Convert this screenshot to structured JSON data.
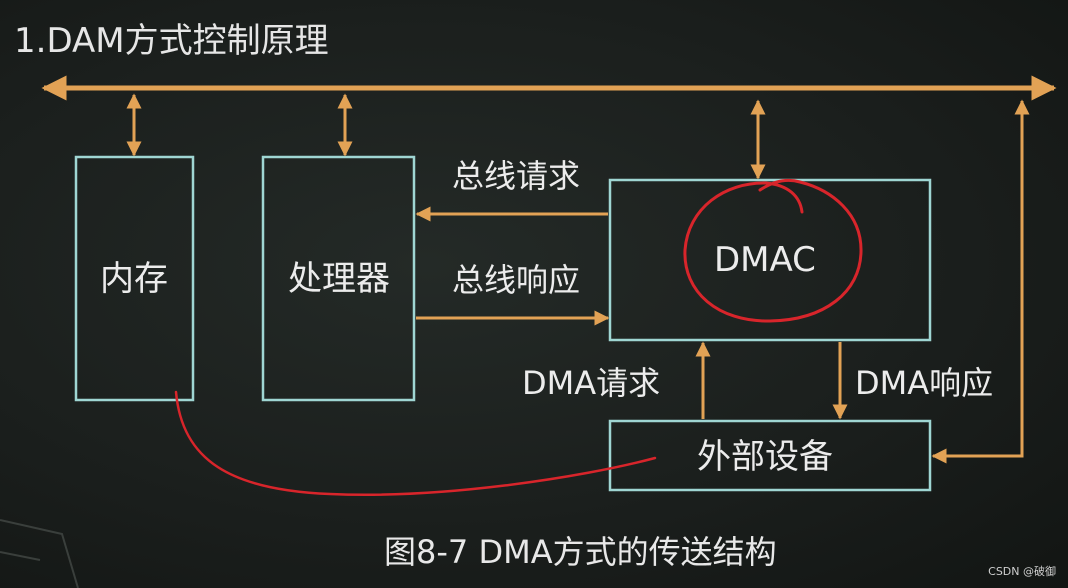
{
  "title": "1.DAM方式控制原理",
  "nodes": {
    "memory": "内存",
    "processor": "处理器",
    "dmac": "DMAC",
    "device": "外部设备"
  },
  "edges": {
    "bus_request": "总线请求",
    "bus_response": "总线响应",
    "dma_request": "DMA请求",
    "dma_response": "DMA响应"
  },
  "caption": "图8-7  DMA方式的传送结构",
  "watermark": "CSDN @破御",
  "colors": {
    "bus": "#e2a255",
    "box_border": "#9fd6d3",
    "annotation": "#d8252b",
    "text": "#ececec"
  }
}
